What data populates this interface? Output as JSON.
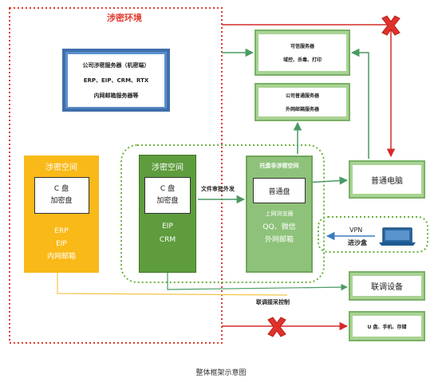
{
  "secret_env": {
    "title": "涉密环境"
  },
  "company_server": {
    "title": "公司涉密服务器（机密端）",
    "apps": "ERP、EIP、CRM、RTX",
    "mail": "内网邮箱服务器等"
  },
  "yellow_zone": {
    "title": "涉密空间",
    "disk_line1": "C 盘",
    "disk_line2": "加密盘",
    "apps": [
      "ERP",
      "EIP",
      "内网邮箱"
    ]
  },
  "green_zone": {
    "title": "涉密空间",
    "disk_line1": "C 盘",
    "disk_line2": "加密盘",
    "apps": [
      "EIP",
      "CRM"
    ]
  },
  "hosted_zone": {
    "title": "托盘非涉密空间",
    "disk": "普通盘",
    "browser": "上网浏览器",
    "apps": [
      "QQ、微信",
      "外网邮箱"
    ]
  },
  "trusted_server": {
    "title": "可信服务器",
    "subtitle": "域控、杀毒、打印"
  },
  "normal_server": {
    "title": "公司普通服务器",
    "subtitle": "外网邮箱服务器"
  },
  "pc": {
    "label": "普通电脑"
  },
  "debug_device": {
    "label": "联调设备"
  },
  "storage": {
    "label": "U 盘、手机、存储"
  },
  "labels": {
    "file_approval": "文件审批外发",
    "debug_control": "联调接采控制",
    "vpn": "VPN",
    "sandbox_box": "进沙盒"
  },
  "caption": "整体框架示意图",
  "colors": {
    "secret_border": "#e23a2e",
    "zone_yellow": "#f9b918",
    "zone_green": "#5e9c3d",
    "zone_light_green": "#8ec27a",
    "server_blue": "#5b8fce",
    "arrow_green": "#4a9a63",
    "dotted_green": "#6cb33f"
  },
  "icons": [
    "laptop-icon",
    "deny-icon"
  ]
}
